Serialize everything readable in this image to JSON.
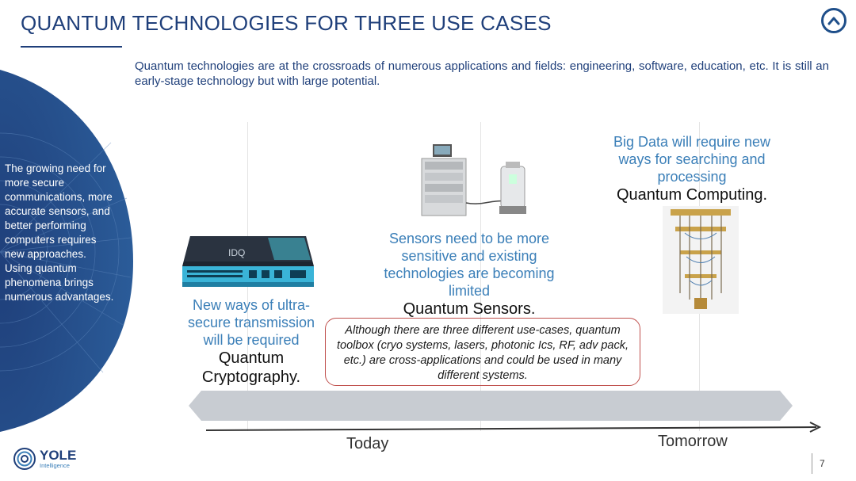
{
  "slide": {
    "title": "QUANTUM TECHNOLOGIES FOR THREE USE CASES",
    "intro": "Quantum technologies are at the crossroads of numerous applications and fields: engineering, software, education, etc. It is still an early-stage technology but with large potential.",
    "page_number": "7"
  },
  "sidebar": {
    "text": "The growing need for more secure communications, more accurate sensors, and better performing computers requires new approaches. Using quantum phenomena brings numerous advantages."
  },
  "use_cases": {
    "crypto": {
      "description": "New ways of ultra-secure transmission will be required",
      "technology": "Quantum Cryptography.",
      "device_brand": "IDQ"
    },
    "sensors": {
      "description": "Sensors need to be more sensitive and existing technologies are becoming limited",
      "technology": "Quantum Sensors."
    },
    "computing": {
      "description": "Big Data will require new ways for searching and processing",
      "technology": "Quantum Computing."
    }
  },
  "toolbox_note": "Although there are three different use-cases, quantum toolbox (cryo systems, lasers, photonic Ics, RF, adv pack, etc.) are cross-applications and could be used in many different systems.",
  "timeline": {
    "today": "Today",
    "tomorrow": "Tomorrow"
  },
  "logo": {
    "name": "YOLE",
    "sub": "Intelligence"
  },
  "colors": {
    "navy": "#1f3f7a",
    "accent_blue": "#3b7fb8",
    "box_border": "#c0504d",
    "band_gray": "#c8ccd2"
  }
}
